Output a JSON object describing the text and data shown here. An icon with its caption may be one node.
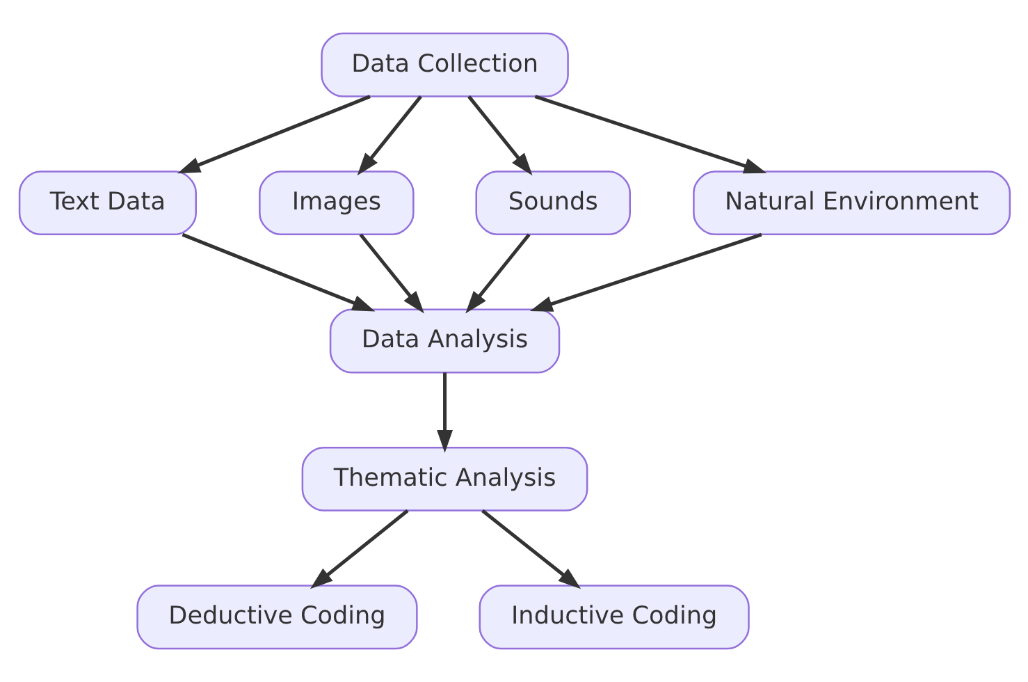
{
  "diagram": {
    "nodes": [
      {
        "text": [
          "Data Collection"
        ]
      },
      {
        "text": [
          "Text Data"
        ]
      },
      {
        "text": [
          "Images"
        ]
      },
      {
        "text": [
          "Sounds"
        ]
      },
      {
        "text": [
          "Natural Environment"
        ]
      },
      {
        "text": [
          "Data Analysis"
        ]
      },
      {
        "text": [
          "Thematic Analysis"
        ]
      },
      {
        "text": [
          "Deductive Coding"
        ]
      },
      {
        "text": [
          "Inductive Coding"
        ]
      }
    ],
    "edges": [
      {
        "from": 0,
        "to": 1,
        "arrow": "to"
      },
      {
        "from": 0,
        "to": 2,
        "arrow": "to"
      },
      {
        "from": 0,
        "to": 3,
        "arrow": "to"
      },
      {
        "from": 0,
        "to": 4,
        "arrow": "to"
      },
      {
        "from": 1,
        "to": 5,
        "arrow": "to"
      },
      {
        "from": 2,
        "to": 5,
        "arrow": "to"
      },
      {
        "from": 3,
        "to": 5,
        "arrow": "to"
      },
      {
        "from": 4,
        "to": 5,
        "arrow": "to"
      },
      {
        "from": 5,
        "to": 6,
        "arrow": "to"
      },
      {
        "from": 6,
        "to": 7,
        "arrow": "to"
      },
      {
        "from": 6,
        "to": 8,
        "arrow": "to"
      }
    ]
  }
}
